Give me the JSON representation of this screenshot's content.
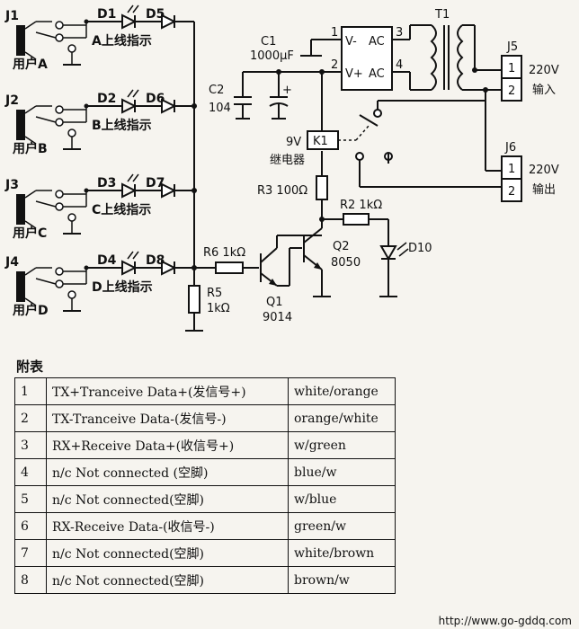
{
  "schematic": {
    "ports": [
      {
        "jack": "J1",
        "led": "D1",
        "diode": "D5",
        "indicator": "A上线指示",
        "user": "用户A"
      },
      {
        "jack": "J2",
        "led": "D2",
        "diode": "D6",
        "indicator": "B上线指示",
        "user": "用户B"
      },
      {
        "jack": "J3",
        "led": "D3",
        "diode": "D7",
        "indicator": "C上线指示",
        "user": "用户C"
      },
      {
        "jack": "J4",
        "led": "D4",
        "diode": "D8",
        "indicator": "D上线指示",
        "user": "用户D"
      }
    ],
    "c1_name": "C1",
    "c1_value": "1000μF",
    "c2_name": "C2",
    "c2_value": "104",
    "bridge_pins": [
      "1",
      "2",
      "3",
      "4"
    ],
    "bridge_terms": [
      "V-",
      "AC",
      "V+",
      "AC"
    ],
    "transformer": "T1",
    "relay_name": "K1",
    "relay_voltage": "9V",
    "relay_label": "继电器",
    "r3_label": "R3  100Ω",
    "r2_label": "R2  1kΩ",
    "r6_label": "R6   1kΩ",
    "r5_name": "R5",
    "r5_value": "1kΩ",
    "q1_name": "Q1",
    "q1_type": "9014",
    "q2_name": "Q2",
    "q2_type": "8050",
    "d10": "D10",
    "j5": "J5",
    "j6": "J6",
    "terminal_pins": [
      "1",
      "2"
    ],
    "input_voltage": "220V",
    "input_label": "输入",
    "output_voltage": "220V",
    "output_label": "输出"
  },
  "appendix": {
    "title": "附表",
    "rows": [
      {
        "pin": "1",
        "signal": "TX+Tranceive Data+(发信号+)",
        "color": "white/orange"
      },
      {
        "pin": "2",
        "signal": "TX-Tranceive Data-(发信号-)",
        "color": "orange/white"
      },
      {
        "pin": "3",
        "signal": "RX+Receive Data+(收信号+)",
        "color": "w/green"
      },
      {
        "pin": "4",
        "signal": "n/c Not connected (空脚)",
        "color": "blue/w"
      },
      {
        "pin": "5",
        "signal": "n/c Not connected(空脚)",
        "color": "w/blue"
      },
      {
        "pin": "6",
        "signal": "RX-Receive Data-(收信号-)",
        "color": "green/w"
      },
      {
        "pin": "7",
        "signal": "n/c Not connected(空脚)",
        "color": "white/brown"
      },
      {
        "pin": "8",
        "signal": "n/c Not connected(空脚)",
        "color": "brown/w"
      }
    ]
  },
  "watermark": "http://www.go-gddq.com"
}
